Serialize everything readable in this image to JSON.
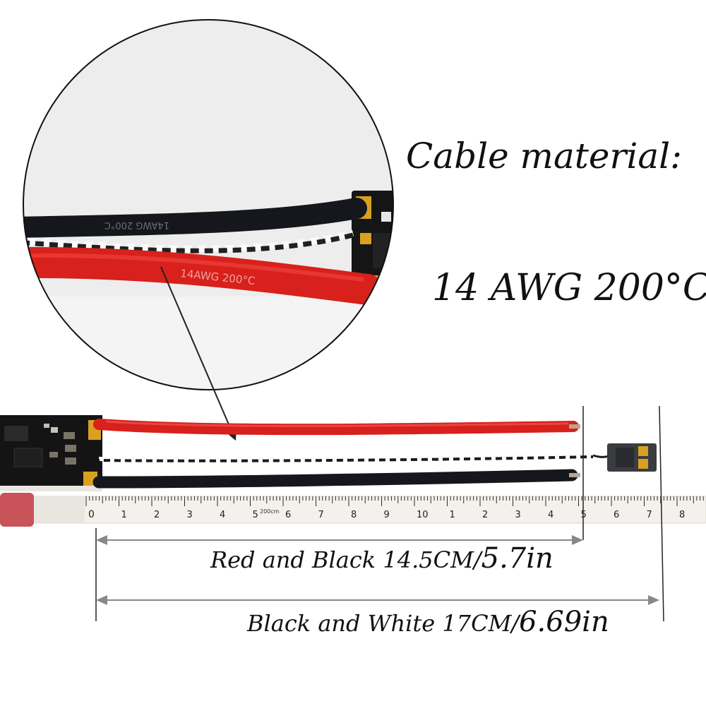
{
  "caption": {
    "title_line1": "Cable material:",
    "title_line2": "14 AWG 200°C"
  },
  "wire_prints": {
    "red_wire_print": "14AWG 200°C",
    "black_wire_print": "14AWG 200°C"
  },
  "tape_measure": {
    "unit": "200cm",
    "major_labels": [
      "0",
      "1",
      "2",
      "3",
      "4",
      "5",
      "6",
      "7",
      "8",
      "9",
      "10",
      "1",
      "2",
      "3",
      "4",
      "5",
      "6",
      "7",
      "8"
    ]
  },
  "dimensions": {
    "red_black": {
      "label": "Red and Black 14.5CM/",
      "emphasis": "5.7in"
    },
    "black_white": {
      "label": "Black and White 17CM/",
      "emphasis": "6.69in"
    }
  },
  "colors": {
    "red_wire": "#d8201c",
    "black_wire": "#15171c",
    "pcb": "#141414",
    "tape": "#f3f1ec",
    "tape_tab": "#c8545a",
    "pad_gold": "#d9a020"
  }
}
